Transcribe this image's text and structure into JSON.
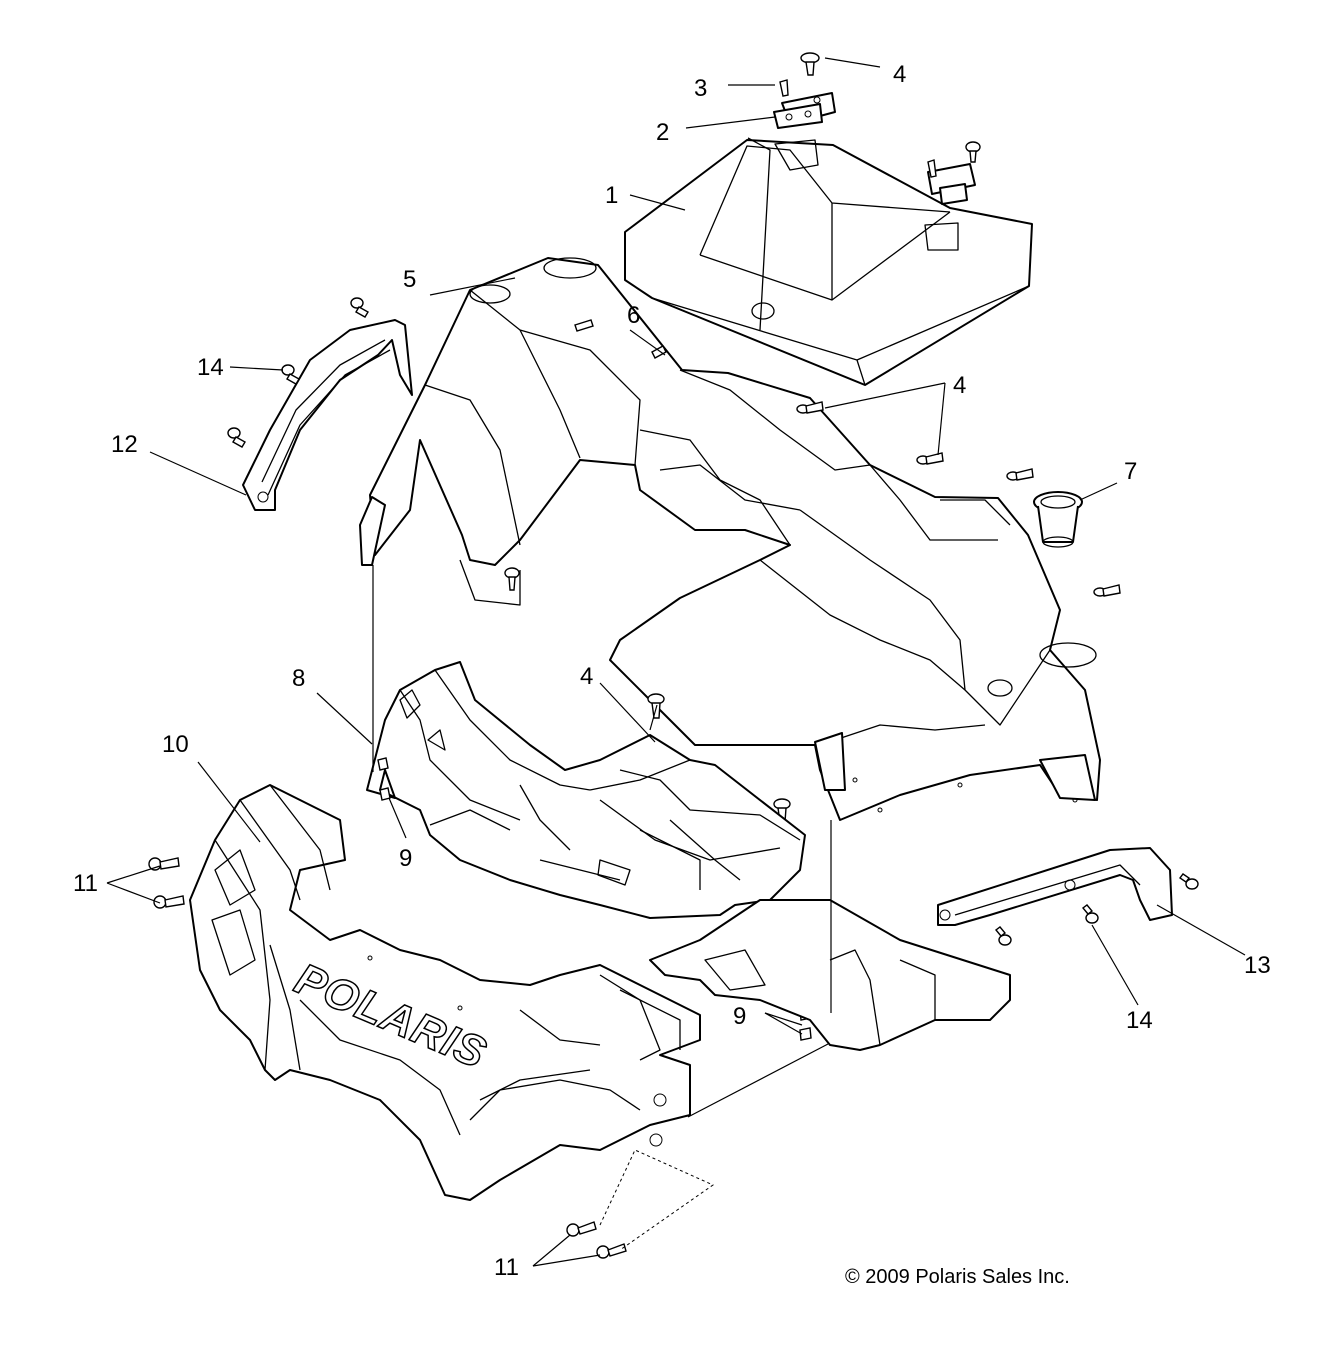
{
  "callouts": {
    "c1": "1",
    "c2": "2",
    "c3": "3",
    "c4a": "4",
    "c4b": "4",
    "c4c": "4",
    "c5": "5",
    "c6": "6",
    "c7": "7",
    "c8": "8",
    "c9a": "9",
    "c9b": "9",
    "c10": "10",
    "c11a": "11",
    "c11b": "11",
    "c12": "12",
    "c13": "13",
    "c14a": "14",
    "c14b": "14"
  },
  "logo_text": "POLARIS",
  "copyright": "© 2009 Polaris Sales Inc."
}
